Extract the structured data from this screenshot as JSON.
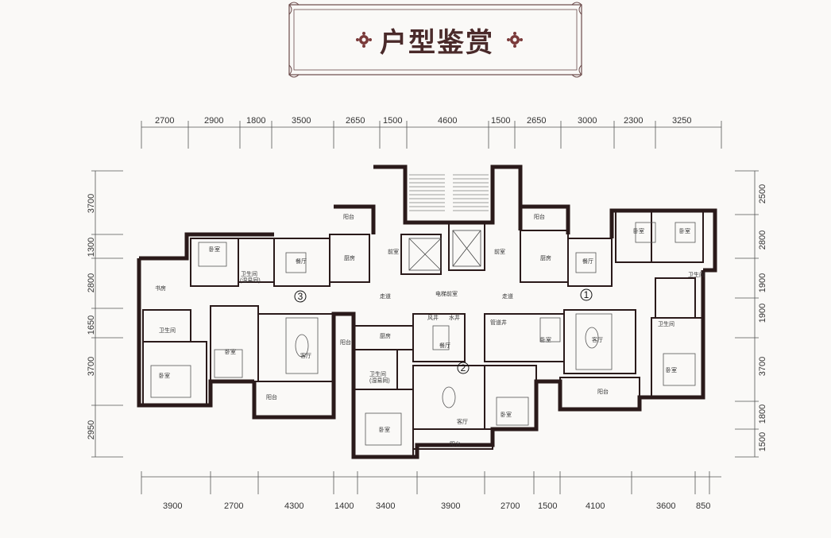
{
  "title": "户型鉴赏",
  "dims": {
    "top": [
      "2700",
      "2900",
      "1800",
      "3500",
      "2650",
      "1500",
      "4600",
      "1500",
      "2650",
      "3000",
      "2300",
      "3250"
    ],
    "bottom": [
      "3900",
      "2700",
      "4300",
      "1400",
      "3400",
      "3900",
      "2700",
      "1500",
      "4100",
      "3600",
      "850"
    ],
    "left": [
      "3700",
      "1300",
      "2800",
      "1650",
      "3700",
      "2950"
    ],
    "right": [
      "2500",
      "2800",
      "1900",
      "1900",
      "3700",
      "1800",
      "1500"
    ]
  },
  "units": [
    "1",
    "2",
    "3"
  ],
  "rooms": {
    "bedroom": "卧室",
    "bathroom": "卫生间",
    "bathroom_note": "(湿易同)",
    "balcony": "阳台",
    "kitchen": "厨房",
    "dining": "餐厅",
    "living": "客厅",
    "study": "书房",
    "foyer": "前室",
    "corridor": "走道",
    "elevator_lobby": "电梯前室",
    "well": "风井",
    "water": "水井",
    "shaft": "管道井"
  }
}
